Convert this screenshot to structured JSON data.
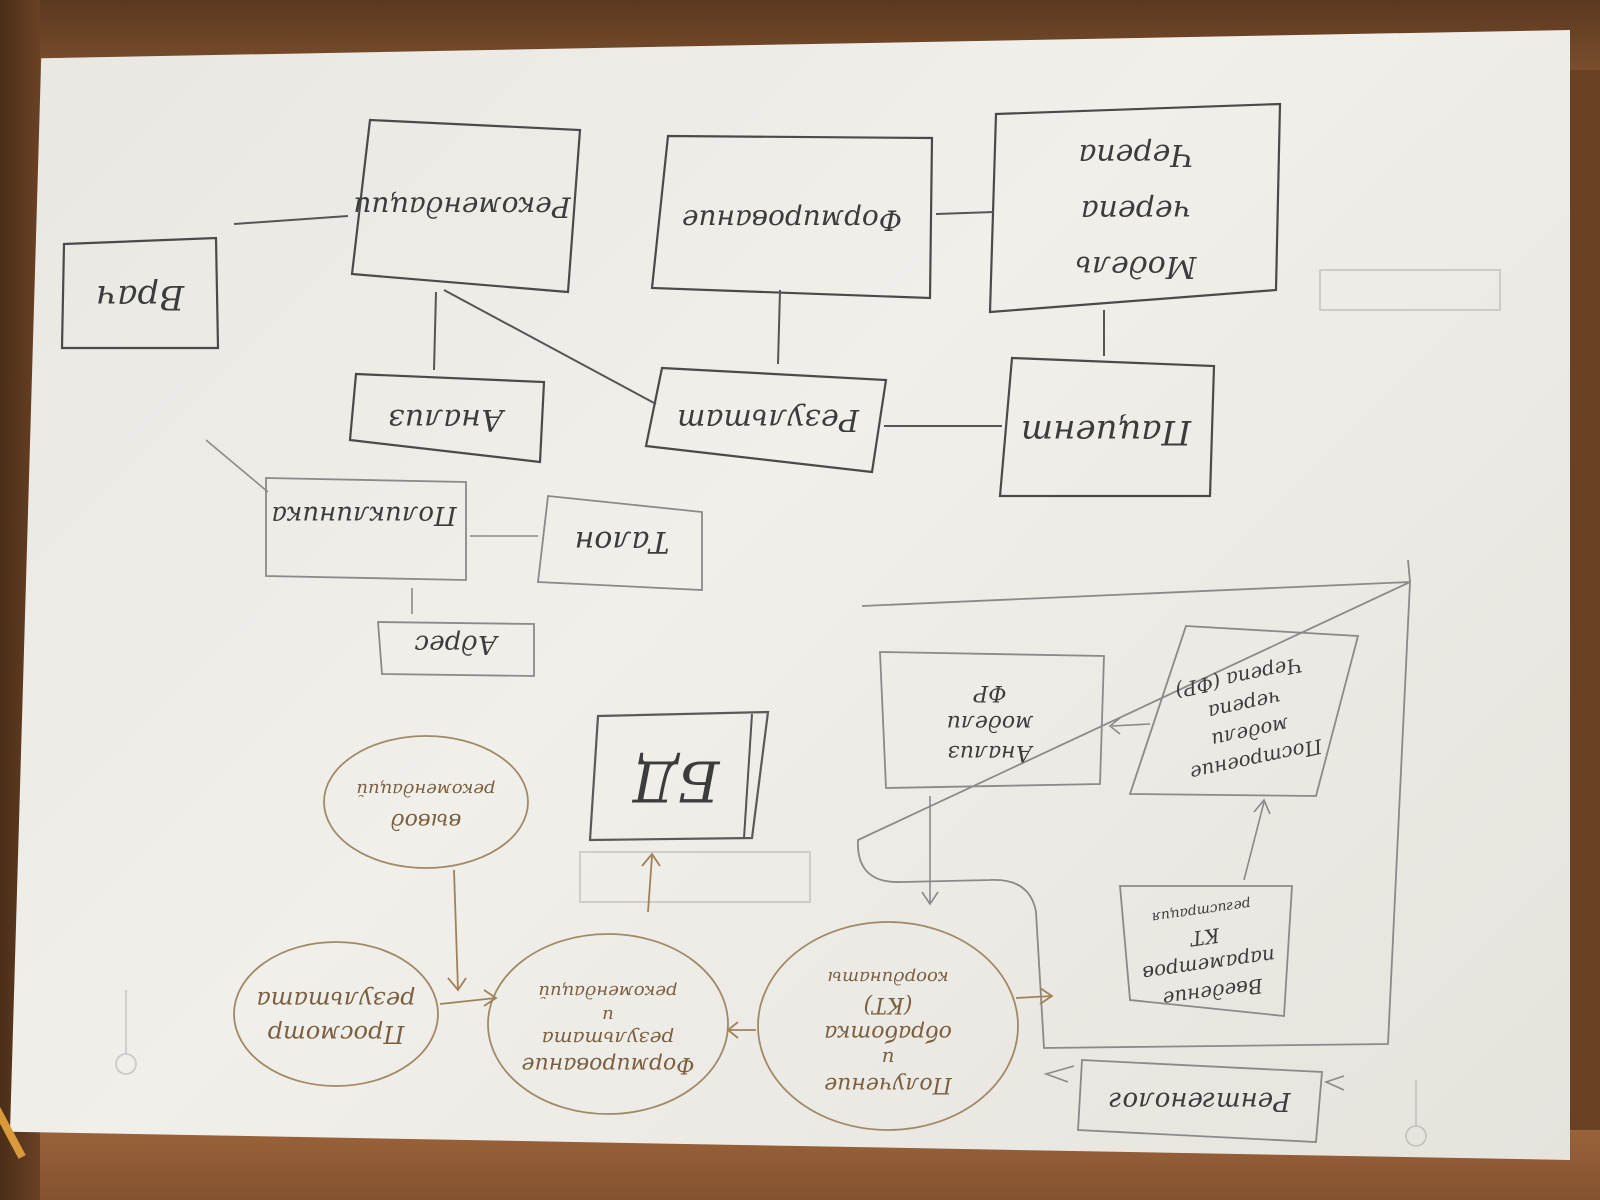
{
  "nodes": {
    "vrach": "Врач",
    "rekomendacii": "Рекомендации",
    "formirovanie": "Формирование",
    "model_line1": "Модель",
    "model_line2": "черепа",
    "model_line3": "Черепа",
    "analiz": "Анализ",
    "rezultat": "Результат",
    "pacient": "Пациент",
    "poliklinika": "Поликлиника",
    "talon": "Талон",
    "adres": "Адрес",
    "bd": "БД",
    "vyvod_line1": "вывод",
    "vyvod_line2": "рекомендаций",
    "postroenie_line1": "Построение",
    "postroenie_line2": "модели",
    "postroenie_line3": "черепа",
    "postroenie_line4": "Черепа (ФР)",
    "analiz_modeli_line1": "Анализ",
    "analiz_modeli_line2": "модели",
    "analiz_modeli_line3": "ФР",
    "prosmotr_line1": "Просмотр",
    "prosmotr_line2": "результата",
    "formirovanie_rez_line1": "Формирование",
    "formirovanie_rez_line2": "результата",
    "formirovanie_rez_line3": "и",
    "formirovanie_rez_line4": "рекомендаций",
    "poluchenie_line1": "Получение",
    "poluchenie_line2": "и",
    "poluchenie_line3": "обработка",
    "poluchenie_line4": "(КТ)",
    "poluchenie_line5": "координаты",
    "vvedenie_line1": "Введение",
    "vvedenie_line2": "параметров",
    "vvedenie_line3": "КТ",
    "vvedenie_line4": "регистрация",
    "rentgen": "Рентгенолог"
  },
  "colors": {
    "pencil_dark": "#4a4a4a",
    "pencil_brown": "#a0825a",
    "paper": "#eeece7",
    "wood": "#6b4124"
  }
}
